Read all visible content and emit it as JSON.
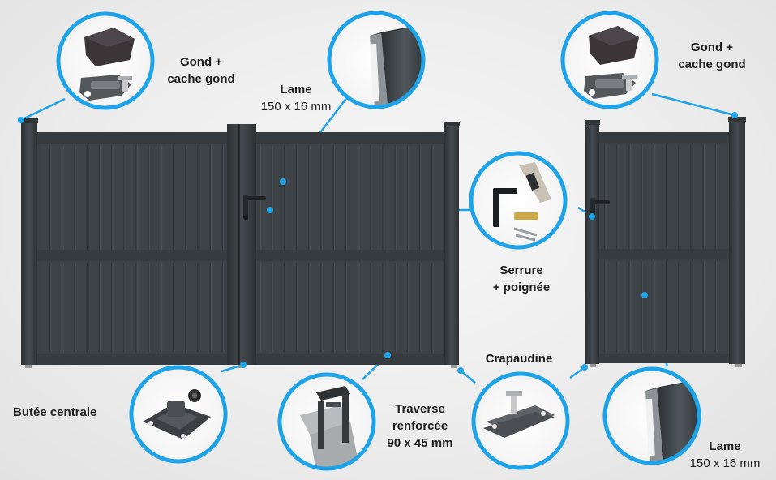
{
  "labels": {
    "gond_left": {
      "line1": "Gond +",
      "line2": "cache gond"
    },
    "lame_top": {
      "title": "Lame",
      "dims": "150 x 16 mm"
    },
    "gond_right": {
      "line1": "Gond +",
      "line2": "cache gond"
    },
    "serrure": {
      "line1": "Serrure",
      "line2": "+ poignée"
    },
    "butee": {
      "title": "Butée centrale"
    },
    "traverse": {
      "line1": "Traverse",
      "line2": "renforcée",
      "line3": "90 x 45 mm"
    },
    "crapaudine": {
      "title": "Crapaudine"
    },
    "lame_bottom": {
      "title": "Lame",
      "dims": "150 x 16 mm"
    }
  },
  "colors": {
    "gate": "#3d4347",
    "gate_dark": "#2f3437",
    "slat_line": "#30363a",
    "callout": "#1fa3e8",
    "label_text": "#1d1d1d"
  },
  "icons": {
    "gond": "hinge-cap-icon",
    "lame": "slat-profile-icon",
    "serrure": "lock-handle-icon",
    "butee": "center-stop-icon",
    "traverse": "crossbar-profile-icon",
    "crapaudine": "pivot-bearing-icon"
  }
}
